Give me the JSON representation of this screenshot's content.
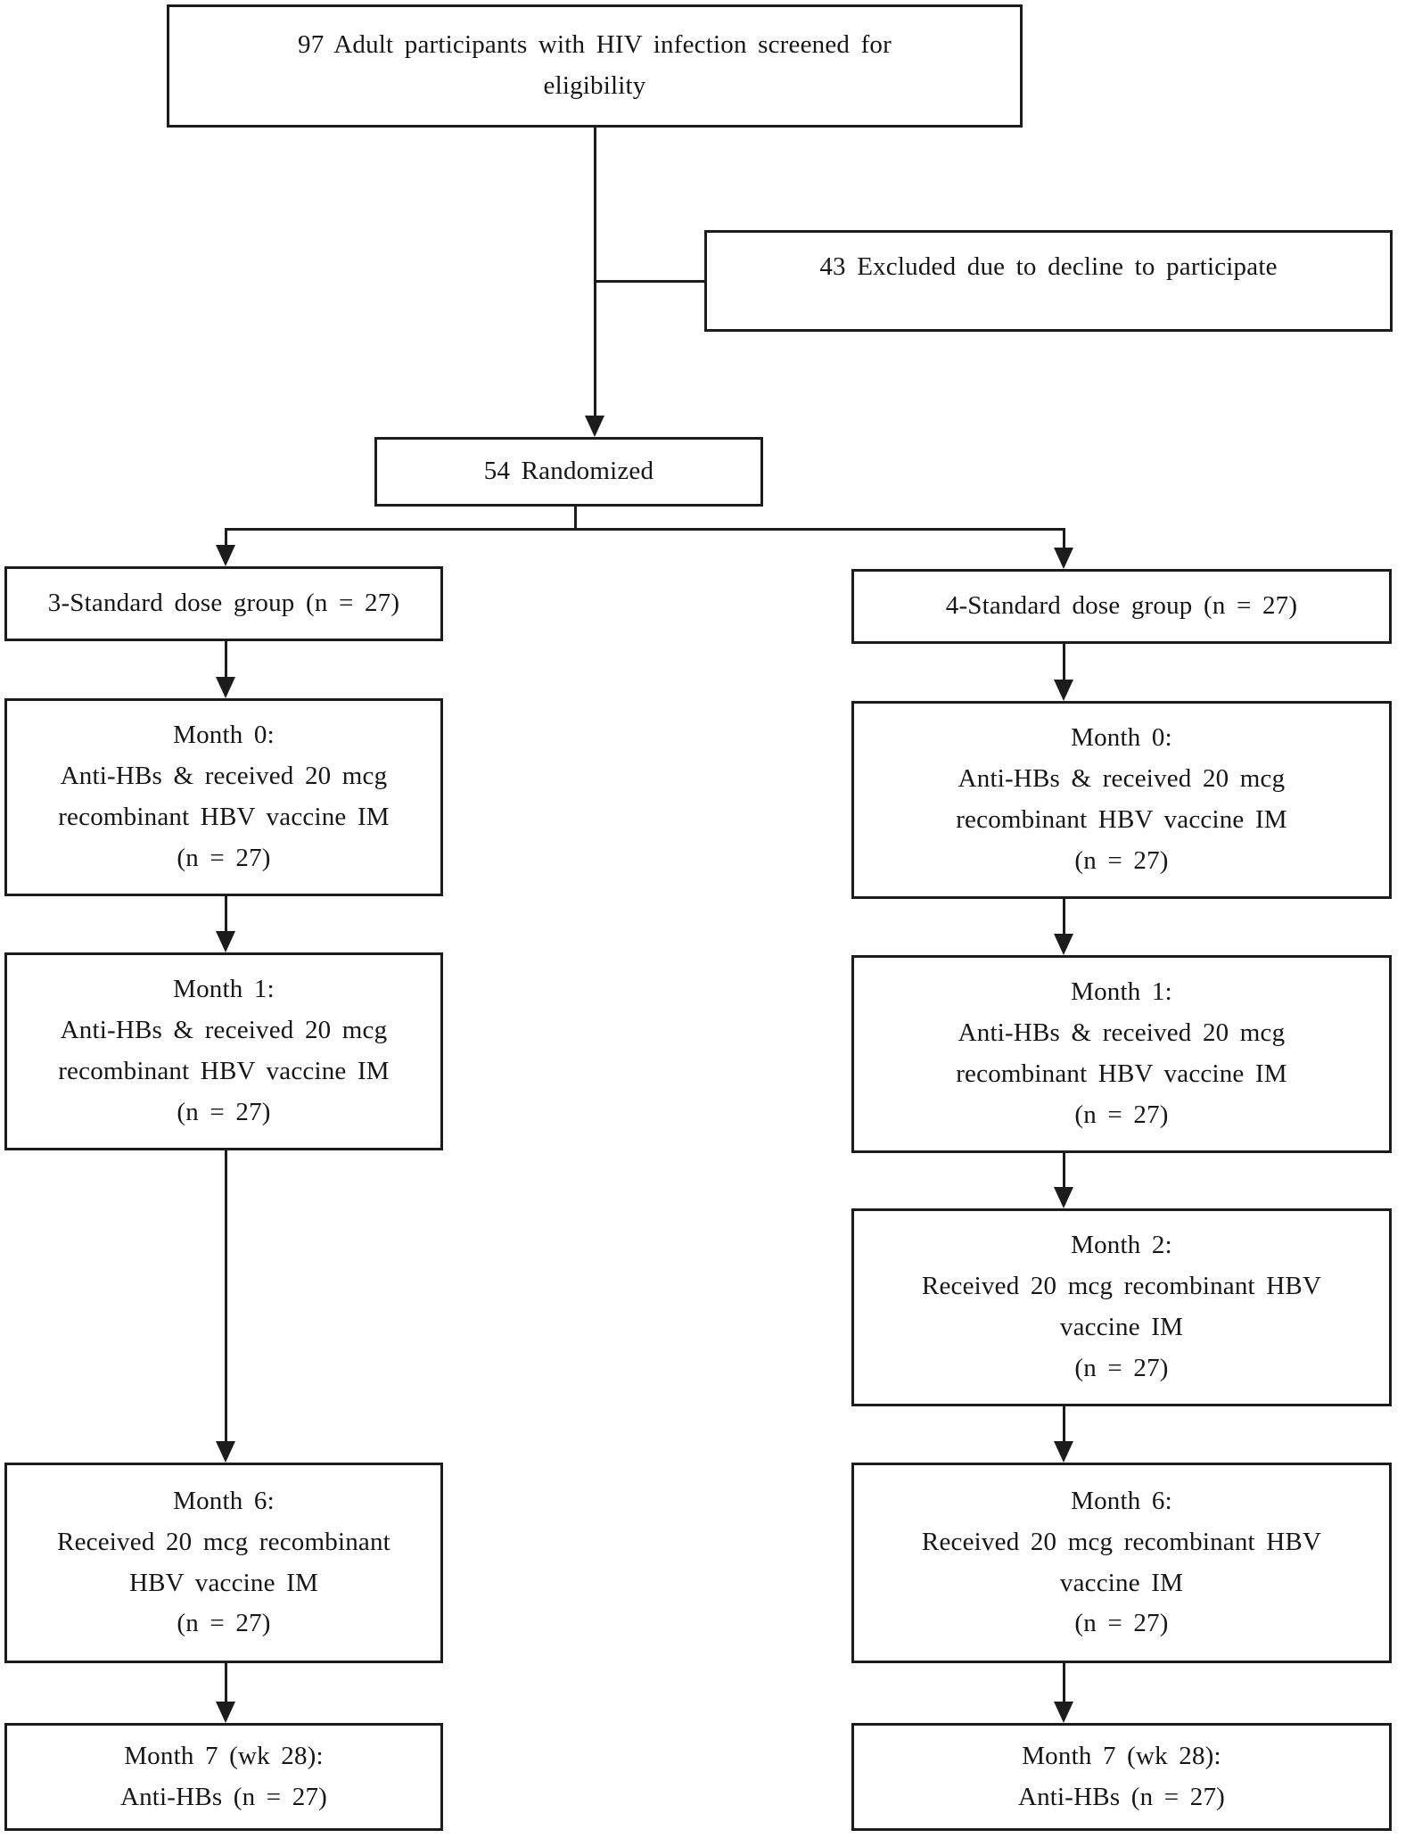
{
  "diagram": {
    "type": "consort-flowchart",
    "colors": {
      "line": "#1c1c1c",
      "background": "#ffffff",
      "text": "#161616"
    },
    "screened_box": {
      "line1": "97 Adult participants with HIV infection screened for",
      "line2": "eligibility"
    },
    "excluded_box": {
      "text": "43 Excluded due to decline to participate"
    },
    "randomized_box": {
      "text": "54 Randomized"
    },
    "left_arm": {
      "group_box": "3-Standard dose group (n = 27)",
      "month0_box": [
        "Month 0:",
        "Anti-HBs & received 20 mcg",
        "recombinant HBV vaccine IM",
        "(n = 27)"
      ],
      "month1_box": [
        "Month 1:",
        "Anti-HBs & received 20 mcg",
        "recombinant HBV vaccine IM",
        "(n = 27)"
      ],
      "month6_box": [
        "Month 6:",
        "Received 20 mcg recombinant",
        "HBV vaccine IM",
        "(n = 27)"
      ],
      "month7_box": [
        "Month 7 (wk 28):",
        "Anti-HBs (n = 27)"
      ]
    },
    "right_arm": {
      "group_box": "4-Standard dose group (n = 27)",
      "month0_box": [
        "Month 0:",
        "Anti-HBs & received 20 mcg",
        "recombinant HBV vaccine IM",
        "(n = 27)"
      ],
      "month1_box": [
        "Month 1:",
        "Anti-HBs & received 20 mcg",
        "recombinant HBV vaccine IM",
        "(n = 27)"
      ],
      "month2_box": [
        "Month 2:",
        "Received 20 mcg recombinant HBV",
        "vaccine IM",
        "(n = 27)"
      ],
      "month6_box": [
        "Month 6:",
        "Received 20 mcg recombinant HBV",
        "vaccine IM",
        "(n = 27)"
      ],
      "month7_box": [
        "Month 7 (wk 28):",
        "Anti-HBs (n = 27)"
      ]
    }
  }
}
